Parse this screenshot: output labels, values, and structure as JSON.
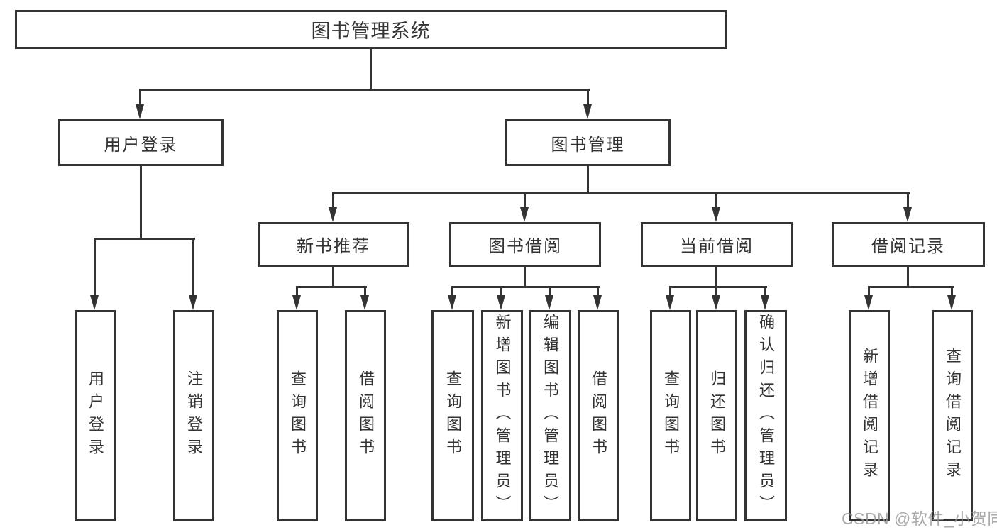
{
  "colors": {
    "line": "#333333",
    "text": "#333333",
    "background": "#ffffff",
    "watermark": "#969696"
  },
  "tree": {
    "root": "图书管理系统",
    "level2": {
      "user_login": "用户登录",
      "book_mgmt": "图书管理"
    },
    "level3": {
      "new_books": "新书推荐",
      "borrowing": "图书借阅",
      "current": "当前借阅",
      "records": "借阅记录"
    },
    "leaves": {
      "user_login": [
        "用户登录",
        "注销登录"
      ],
      "new_books": [
        "查询图书",
        "借阅图书"
      ],
      "borrowing": [
        "查询图书",
        "新增图书（管理员）",
        "编辑图书（管理员）",
        "借阅图书"
      ],
      "current": [
        "查询图书",
        "归还图书",
        "确认归还（管理员）"
      ],
      "records": [
        "新增借阅记录",
        "查询借阅记录"
      ]
    }
  },
  "watermark": "CSDN @软件_小贺同学"
}
